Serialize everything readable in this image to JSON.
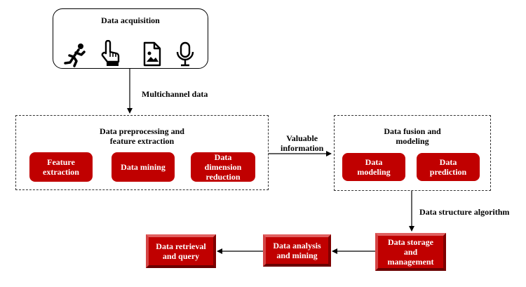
{
  "acquisition": {
    "title": "Data acquisition",
    "icons": [
      "running-person-icon",
      "touch-hand-icon",
      "image-file-icon",
      "microphone-icon"
    ]
  },
  "edge_labels": {
    "multichannel": "Multichannel data",
    "valuable_line1": "Valuable",
    "valuable_line2": "information",
    "structure": "Data structure algorithm"
  },
  "preprocessing": {
    "title_line1": "Data preprocessing and",
    "title_line2": "feature extraction",
    "items": [
      {
        "line1": "Feature",
        "line2": "extraction",
        "line3": ""
      },
      {
        "line1": "Data mining",
        "line2": "",
        "line3": ""
      },
      {
        "line1": "Data",
        "line2": "dimension",
        "line3": "reduction"
      }
    ]
  },
  "fusion": {
    "title_line1": "Data fusion and",
    "title_line2": "modeling",
    "items": [
      {
        "line1": "Data",
        "line2": "modeling"
      },
      {
        "line1": "Data",
        "line2": "prediction"
      }
    ]
  },
  "bottom": {
    "storage": {
      "line1": "Data storage",
      "line2": "and",
      "line3": "management"
    },
    "analysis": {
      "line1": "Data analysis",
      "line2": "and mining"
    },
    "retrieval": {
      "line1": "Data retrieval",
      "line2": "and query"
    }
  },
  "colors": {
    "accent": "#c00000",
    "line": "#000000"
  }
}
